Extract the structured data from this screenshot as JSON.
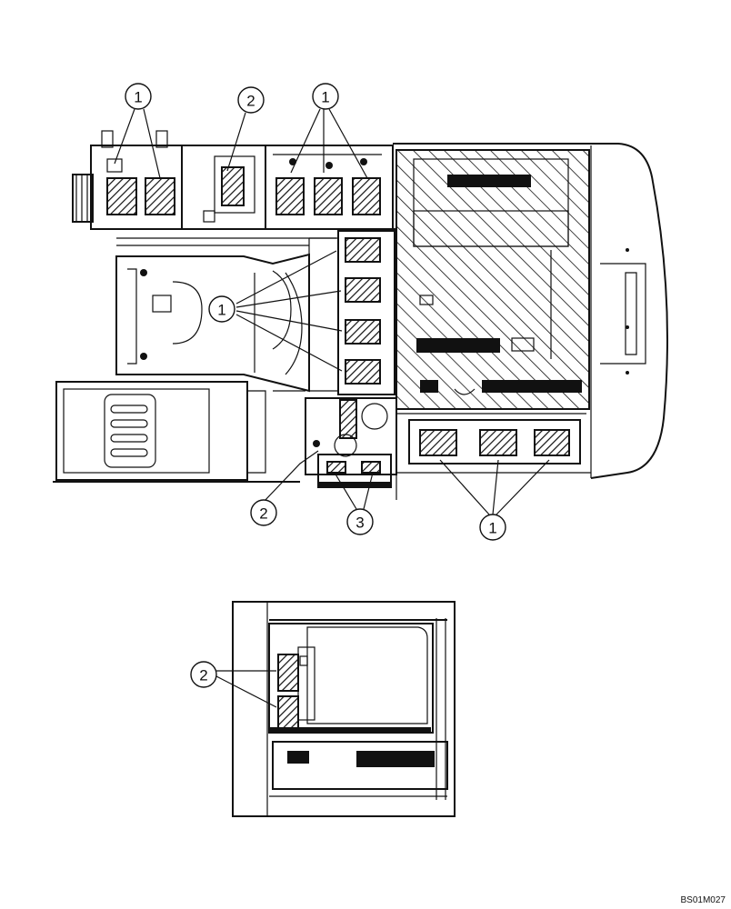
{
  "figure": {
    "drawing_code": "BS01M027"
  },
  "callouts": {
    "top_left_1": "1",
    "top_mid_2": "2",
    "top_right_1": "1",
    "center_1": "1",
    "bottom_2": "2",
    "bottom_3": "3",
    "bottom_right_1": "1",
    "inset_2": "2"
  }
}
